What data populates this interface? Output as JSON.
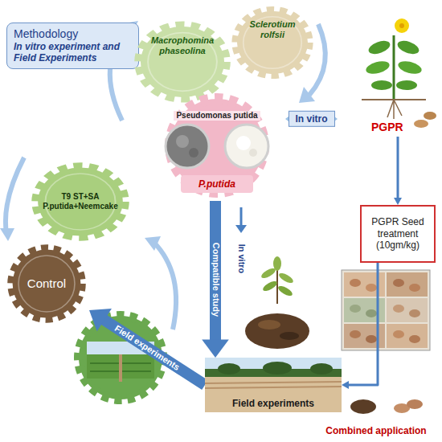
{
  "diagram": {
    "nodes": [
      {
        "text": [
          "Methodology",
          "In vitro experiment and Field Experiments"
        ]
      },
      {
        "text": [
          "Macrophomina phaseolina"
        ]
      },
      {
        "text": [
          "Sclerotium rolfsii"
        ]
      },
      {
        "text": [
          "Pseudomonas putida",
          "P.putida"
        ]
      },
      {
        "text": [
          "PGPR"
        ]
      },
      {
        "text": [
          "PGPR Seed treatment (10gm/kg)"
        ]
      },
      {
        "text": [
          "Field experiments"
        ]
      },
      {
        "text": [
          "T9 ST+SA P.putida+Neemcake"
        ]
      },
      {
        "text": [
          "Control"
        ]
      }
    ],
    "edges": [
      {
        "from": 3,
        "to": 4,
        "label": "In vitro",
        "arrow": "both"
      },
      {
        "from": 4,
        "to": 5,
        "arrow": "to"
      },
      {
        "from": 3,
        "to": 6,
        "label": "Compatible study",
        "arrow": "to"
      },
      {
        "from": 5,
        "to": 6,
        "arrow": "to"
      },
      {
        "from": 6,
        "to": 8,
        "label": "Field experiments",
        "arrow": "to"
      }
    ],
    "labels": [
      "In vitro",
      "Combined application"
    ]
  }
}
